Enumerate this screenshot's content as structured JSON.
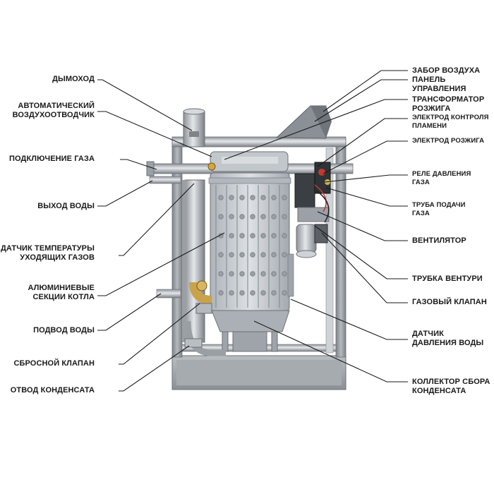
{
  "labels": {
    "chimney": "ДЫМОХОД",
    "air_vent": "АВТОМАТИЧЕСКИЙ\nВОЗДУХООТВОДЧИК",
    "gas_connection": "ПОДКЛЮЧЕНИЕ ГАЗА",
    "water_outlet": "ВЫХОД ВОДЫ",
    "flue_temp_sensor": "ДАТЧИК ТЕМПЕРАТУРЫ\nУХОДЯЩИХ ГАЗОВ",
    "aluminium_sections": "АЛЮМИНИЕВЫЕ\nСЕКЦИИ КОТЛА",
    "water_inlet": "ПОДВОД ВОДЫ",
    "relief_valve": "СБРОСНОЙ КЛАПАН",
    "condensate_drain": "ОТВОД КОНДЕНСАТА",
    "air_intake": "ЗАБОР ВОЗДУХА",
    "control_panel": "ПАНЕЛЬ\nУПРАВЛЕНИЯ",
    "ignition_transformer": "ТРАНСФОРМАТОР\nРОЗЖИГА",
    "flame_electrode": "ЭЛЕКТРОД КОНТРОЛЯ\nПЛАМЕНИ",
    "ignition_electrode": "ЭЛЕКТРОД РОЗЖИГА",
    "gas_pressure_relay": "РЕЛЕ ДАВЛЕНИЯ\nГАЗА",
    "gas_supply_pipe": "ТРУБА ПОДАЧИ\nГАЗА",
    "fan": "ВЕНТИЛЯТОР",
    "venturi_tube": "ТРУБКА ВЕНТУРИ",
    "gas_valve": "ГАЗОВЫЙ КЛАПАН",
    "water_pressure_sensor": "ДАТЧИК\nДАВЛЕНИЯ ВОДЫ",
    "condensate_collector": "КОЛЛЕКТОР СБОРА\nКОНДЕНСАТА"
  },
  "colors": {
    "background": "#ffffff",
    "text": "#1a1a1a",
    "leader": "#1a1a1a",
    "frame": "#9aa0a6",
    "frame_dark": "#6f757b",
    "sections": "#c9ced3",
    "brass": "#c9a24a",
    "pipe": "#b8bcc0"
  },
  "icons": [
    "boiler-illustration"
  ]
}
